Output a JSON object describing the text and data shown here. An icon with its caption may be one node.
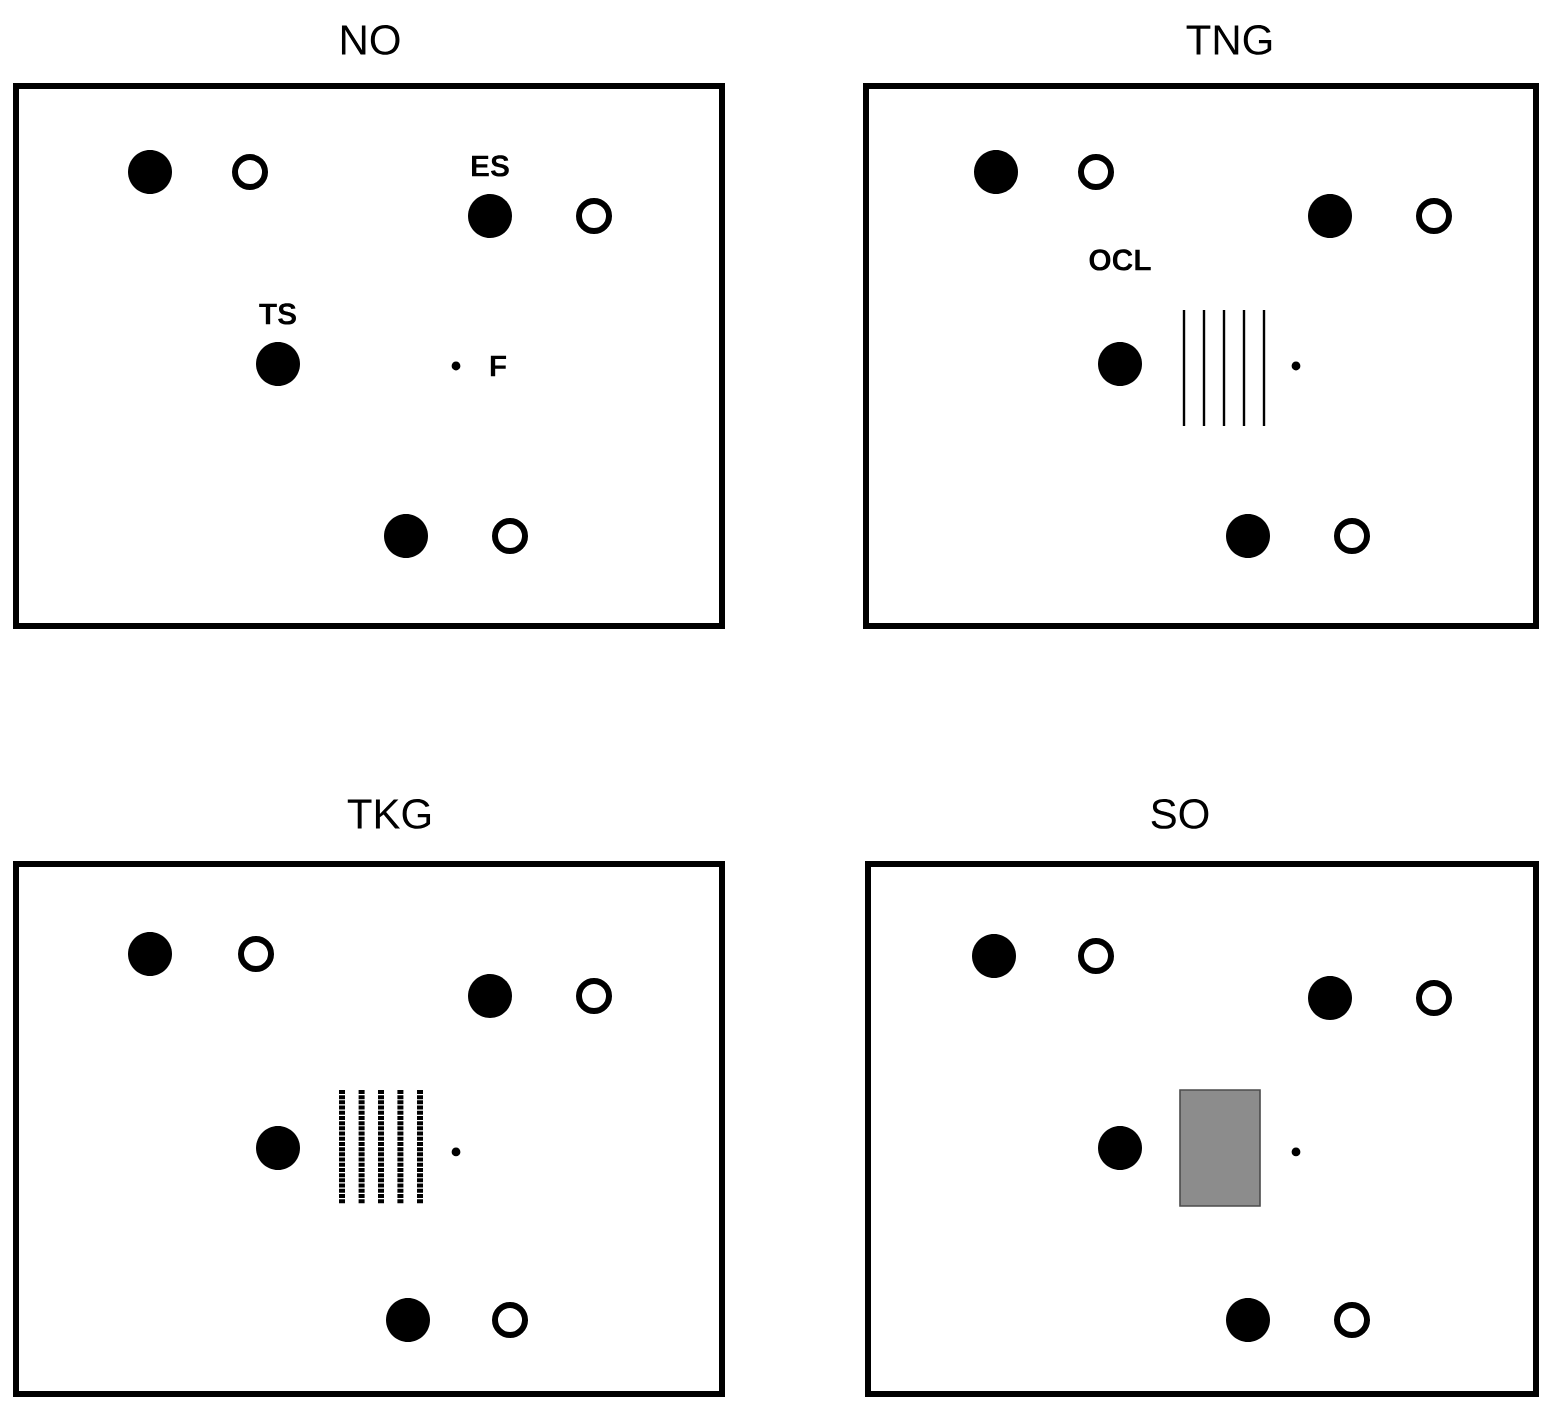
{
  "diagram": {
    "nodes": [
      {
        "text": [
          "NO"
        ]
      },
      {
        "text": [
          "TNG"
        ]
      },
      {
        "text": [
          "TKG"
        ]
      },
      {
        "text": [
          "SO"
        ]
      }
    ],
    "labels": [
      "ES",
      "TS",
      "F",
      "OCL"
    ]
  }
}
